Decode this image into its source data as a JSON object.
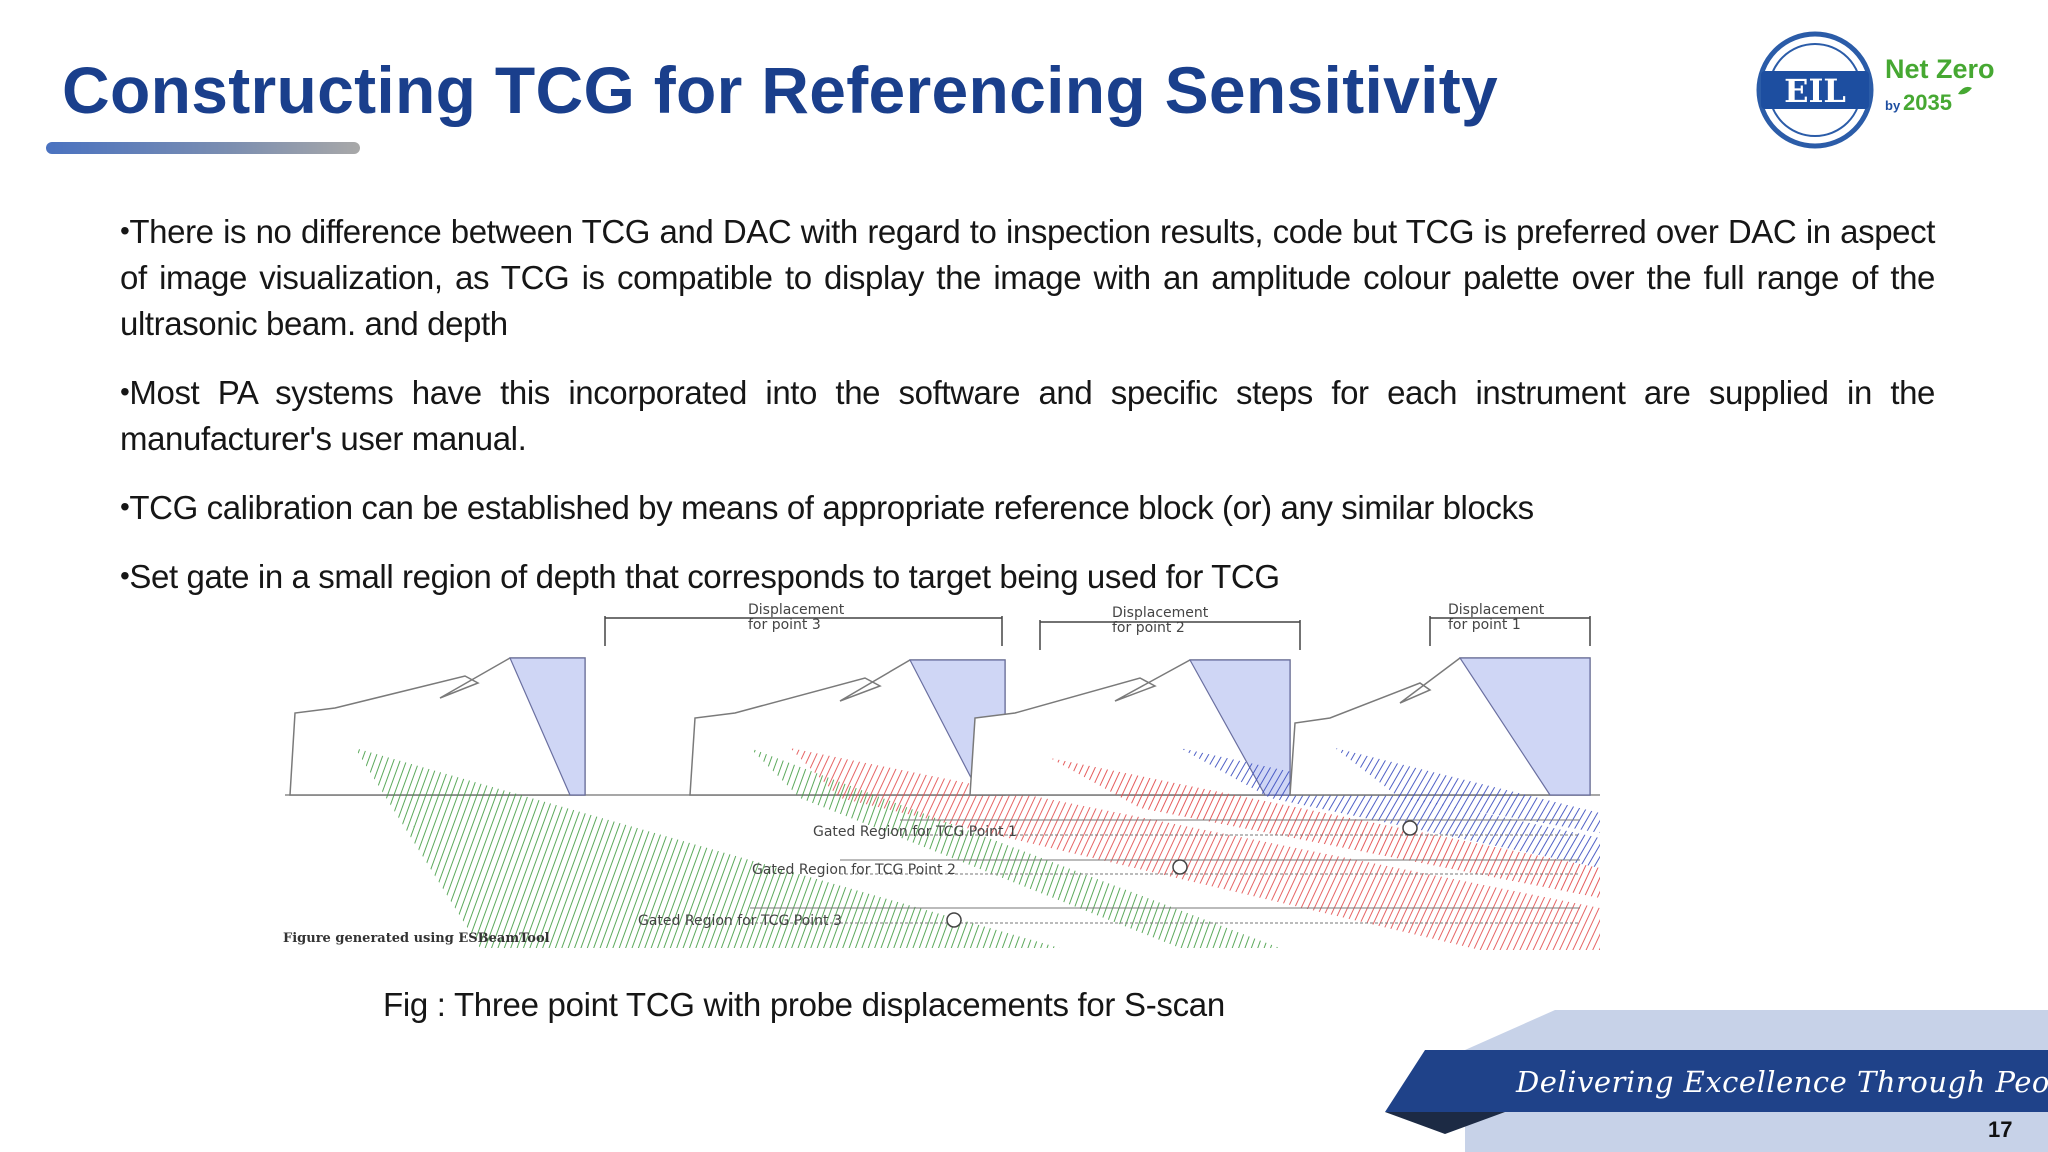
{
  "slide": {
    "title": "Constructing TCG for Referencing Sensitivity",
    "page_number": "17"
  },
  "logo": {
    "brand": "EIL",
    "net_zero": "Net Zero",
    "by": "by",
    "year": "2035"
  },
  "bullets": [
    {
      "marker": "•",
      "text": "There is no difference between TCG and DAC with regard to inspection  results, code but TCG is preferred over DAC in  aspect  of  image  visualization,   as TCG is compatible to display the image with an amplitude colour palette  over the full range of the ultrasonic beam. and depth"
    },
    {
      "marker": "•",
      "text": "Most PA systems have this incorporated into the software and specific steps  for each instrument are supplied in the manufacturer's user manual."
    },
    {
      "marker": "•",
      "text": "TCG calibration can be established by means of appropriate reference block  (or) any similar blocks"
    },
    {
      "marker": "•",
      "text": "Set gate in a small region of depth that corresponds to target being used for  TCG"
    }
  ],
  "figure": {
    "displacement_3": [
      "Displacement",
      "for point 3"
    ],
    "displacement_2": [
      "Displacement",
      "for point 2"
    ],
    "displacement_1": [
      "Displacement",
      "for point 1"
    ],
    "gate_1": "Gated Region for TCG Point 1",
    "gate_2": "Gated Region for TCG Point 2",
    "gate_3": "Gated Region for TCG Point 3",
    "credit": "Figure generated using ESBeamTool",
    "caption": "Fig : Three point TCG with probe displacements for S-scan",
    "colors": {
      "green_beam": "#3f9a3f",
      "red_beam": "#e24a4a",
      "blue_beam": "#3c4fc0",
      "wedge_fill": "#c9d0f2"
    }
  },
  "footer": {
    "tagline": "Delivering Excellence Through People",
    "colors": {
      "navy": "#1f4289",
      "light": "#c7d2e8",
      "dark": "#1c2a44"
    }
  },
  "colors": {
    "title": "#1a3f8c",
    "text": "#161616",
    "accent_green": "#46a832"
  }
}
